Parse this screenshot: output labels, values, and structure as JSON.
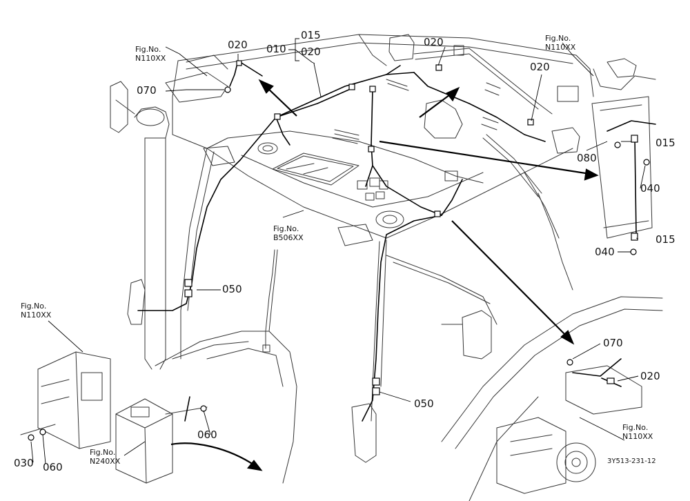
{
  "diagram": {
    "part_callouts": {
      "p010": "010",
      "p015_top": "015",
      "p020_top": "020",
      "p020_left": "020",
      "p070_left": "070",
      "p020_mid": "020",
      "p020_right": "020",
      "p015_r1": "015",
      "p080": "080",
      "p040_r1": "040",
      "p015_r2": "015",
      "p040_r2": "040",
      "p050_left": "050",
      "p050_bottom": "050",
      "p070_br": "070",
      "p020_br": "020",
      "p060_mid": "060",
      "p030": "030",
      "p060_left": "060"
    },
    "figure_refs": {
      "tl": {
        "label": "Fig.No.",
        "code": "N110XX"
      },
      "tr": {
        "label": "Fig.No.",
        "code": "N110XX"
      },
      "center": {
        "label": "Fig.No.",
        "code": "B506XX"
      },
      "left": {
        "label": "Fig.No.",
        "code": "N110XX"
      },
      "bottom": {
        "label": "Fig.No.",
        "code": "N240XX"
      },
      "br": {
        "label": "Fig.No.",
        "code": "N110XX"
      }
    },
    "drawing_code": "3Y513-231-12"
  }
}
